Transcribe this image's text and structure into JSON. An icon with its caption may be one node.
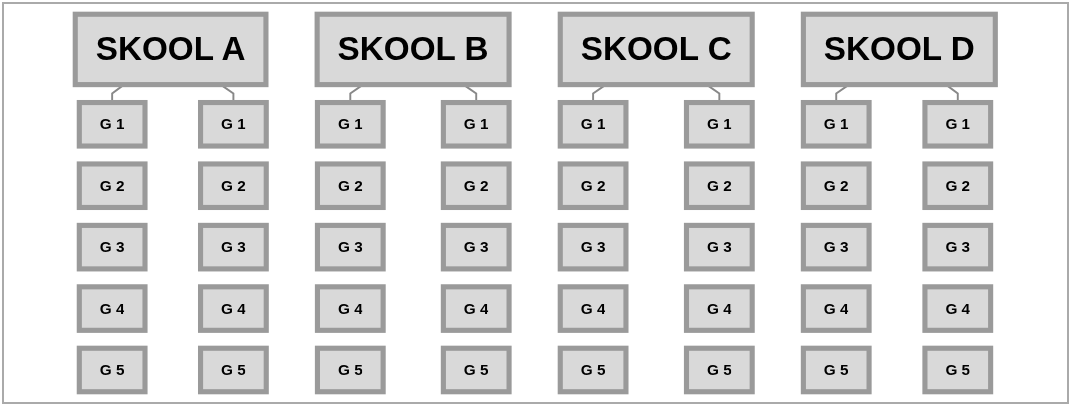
{
  "diagram": {
    "nodes": [
      {
        "text": [
          "SKOOL A"
        ]
      },
      {
        "text": [
          "G 1"
        ]
      },
      {
        "text": [
          "G 2"
        ]
      },
      {
        "text": [
          "G 3"
        ]
      },
      {
        "text": [
          "G 4"
        ]
      },
      {
        "text": [
          "G 5"
        ]
      },
      {
        "text": [
          "G 1"
        ]
      },
      {
        "text": [
          "G 2"
        ]
      },
      {
        "text": [
          "G 3"
        ]
      },
      {
        "text": [
          "G 4"
        ]
      },
      {
        "text": [
          "G 5"
        ]
      },
      {
        "text": [
          "SKOOL B"
        ]
      },
      {
        "text": [
          "G 1"
        ]
      },
      {
        "text": [
          "G 2"
        ]
      },
      {
        "text": [
          "G 3"
        ]
      },
      {
        "text": [
          "G 4"
        ]
      },
      {
        "text": [
          "G 5"
        ]
      },
      {
        "text": [
          "G 1"
        ]
      },
      {
        "text": [
          "G 2"
        ]
      },
      {
        "text": [
          "G 3"
        ]
      },
      {
        "text": [
          "G 4"
        ]
      },
      {
        "text": [
          "G 5"
        ]
      },
      {
        "text": [
          "SKOOL C"
        ]
      },
      {
        "text": [
          "G 1"
        ]
      },
      {
        "text": [
          "G 2"
        ]
      },
      {
        "text": [
          "G 3"
        ]
      },
      {
        "text": [
          "G 4"
        ]
      },
      {
        "text": [
          "G 5"
        ]
      },
      {
        "text": [
          "G 1"
        ]
      },
      {
        "text": [
          "G 2"
        ]
      },
      {
        "text": [
          "G 3"
        ]
      },
      {
        "text": [
          "G 4"
        ]
      },
      {
        "text": [
          "G 5"
        ]
      },
      {
        "text": [
          "SKOOL D"
        ]
      },
      {
        "text": [
          "G 1"
        ]
      },
      {
        "text": [
          "G 2"
        ]
      },
      {
        "text": [
          "G 3"
        ]
      },
      {
        "text": [
          "G 4"
        ]
      },
      {
        "text": [
          "G 5"
        ]
      },
      {
        "text": [
          "G 1"
        ]
      },
      {
        "text": [
          "G 2"
        ]
      },
      {
        "text": [
          "G 3"
        ]
      },
      {
        "text": [
          "G 4"
        ]
      },
      {
        "text": [
          "G 5"
        ]
      }
    ],
    "edges": [
      {
        "from": 0,
        "to": 1,
        "arrow": "none"
      },
      {
        "from": 0,
        "to": 6,
        "arrow": "none"
      },
      {
        "from": 11,
        "to": 12,
        "arrow": "none"
      },
      {
        "from": 11,
        "to": 17,
        "arrow": "none"
      },
      {
        "from": 22,
        "to": 23,
        "arrow": "none"
      },
      {
        "from": 22,
        "to": 28,
        "arrow": "none"
      },
      {
        "from": 33,
        "to": 34,
        "arrow": "none"
      },
      {
        "from": 33,
        "to": 39,
        "arrow": "none"
      }
    ]
  }
}
